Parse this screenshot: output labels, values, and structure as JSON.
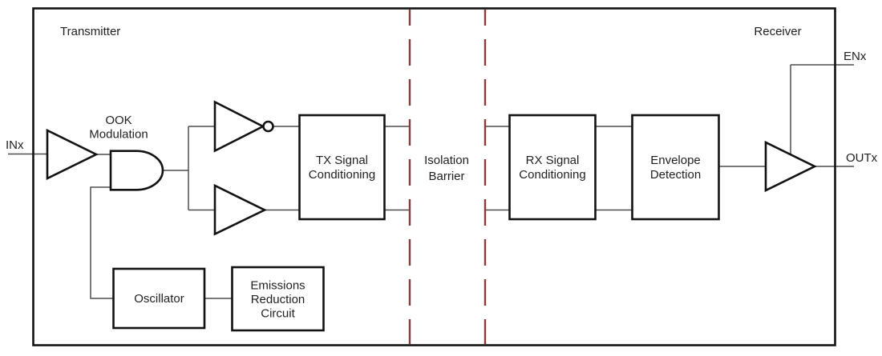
{
  "diagram": {
    "transmitter_label": "Transmitter",
    "receiver_label": "Receiver",
    "ports": {
      "input": "INx",
      "enable": "ENx",
      "output": "OUTx"
    },
    "ook": {
      "line1": "OOK",
      "line2": "Modulation"
    },
    "tx_block": {
      "line1": "TX Signal",
      "line2": "Conditioning"
    },
    "barrier": {
      "line1": "Isolation",
      "line2": "Barrier"
    },
    "rx_block": {
      "line1": "RX Signal",
      "line2": "Conditioning"
    },
    "envelope_block": {
      "line1": "Envelope",
      "line2": "Detection"
    },
    "oscillator_block": {
      "label": "Oscillator"
    },
    "emissions_block": {
      "line1": "Emissions",
      "line2": "Reduction",
      "line3": "Circuit"
    },
    "colors": {
      "barrier_dash": "#8B3A3A",
      "shape_stroke": "#121212",
      "wire": "#4D4D4D",
      "text": "#1F1F1F",
      "background": "#FFFFFF"
    }
  }
}
